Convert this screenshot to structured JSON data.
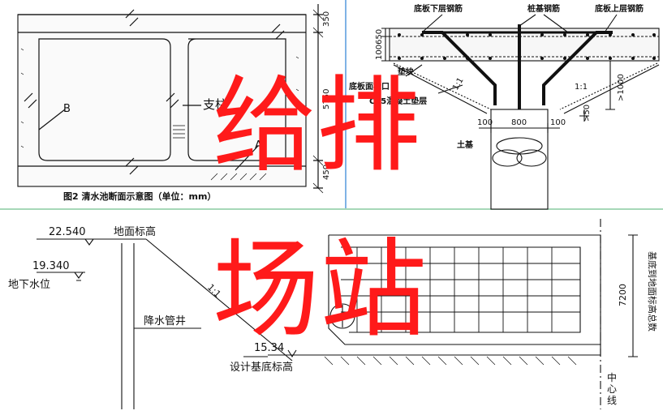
{
  "overlay": {
    "line1": "给排",
    "line2": "场站"
  },
  "panel_tank": {
    "caption": "图2 清水池断面示意图（单位：mm）",
    "label_a": "A",
    "label_b": "B",
    "label_column": "支柱",
    "dims": [
      "350",
      "5750",
      "450"
    ]
  },
  "panel_pile": {
    "labels": {
      "bottom_lower_rebar": "底板下层钢筋",
      "pile_rebar": "桩基钢筋",
      "bottom_upper_rebar": "底板上层钢筋",
      "pad_block": "垫块",
      "bottom_mark": "底板面标口",
      "c15": "C15混凝土垫层",
      "soil": "土基"
    },
    "dims": {
      "h100": "100",
      "h650": "650",
      "w100_left": "100",
      "w800": "800",
      "w100_right": "100",
      "gt1000": ">1000",
      "gt50": ">50"
    },
    "slopes": [
      "1:1",
      "1:1"
    ]
  },
  "panel_section": {
    "ground_elev": "22.540",
    "ground_label": "地面标高",
    "water_elev": "19.340",
    "water_label": "地下水位",
    "well_label": "降水管井",
    "slope": "1:1",
    "base_elev": "15.34",
    "base_label": "设计基底标高",
    "depth_label": "基底到地面标高总数",
    "depth_value": "7200",
    "center_label": [
      "中",
      "心",
      "线"
    ]
  },
  "colors": {
    "overlay_red": "#ff1a1a",
    "divider_blue": "#7fb3e6",
    "divider_green": "#a6d8b8",
    "line": "#111111"
  }
}
